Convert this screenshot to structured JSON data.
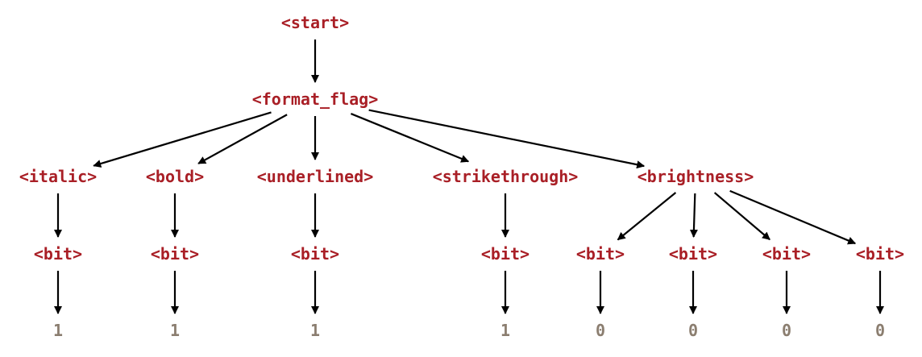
{
  "colors": {
    "nonterminal": "#a91f26",
    "terminal": "#8b7e70",
    "edge": "#000000",
    "background": "#ffffff"
  },
  "nodes": {
    "start": "<start>",
    "format_flag": "<format_flag>",
    "italic": "<italic>",
    "bold": "<bold>",
    "underlined": "<underlined>",
    "strikethrough": "<strikethrough>",
    "brightness": "<brightness>",
    "bit_italic": "<bit>",
    "bit_bold": "<bit>",
    "bit_underlined": "<bit>",
    "bit_strikethrough": "<bit>",
    "bit_brightness_1": "<bit>",
    "bit_brightness_2": "<bit>",
    "bit_brightness_3": "<bit>",
    "bit_brightness_4": "<bit>",
    "val_italic": "1",
    "val_bold": "1",
    "val_underlined": "1",
    "val_strikethrough": "1",
    "val_brightness_1": "0",
    "val_brightness_2": "0",
    "val_brightness_3": "0",
    "val_brightness_4": "0"
  },
  "edges": [
    [
      "start",
      "format_flag"
    ],
    [
      "format_flag",
      "italic"
    ],
    [
      "format_flag",
      "bold"
    ],
    [
      "format_flag",
      "underlined"
    ],
    [
      "format_flag",
      "strikethrough"
    ],
    [
      "format_flag",
      "brightness"
    ],
    [
      "italic",
      "bit_italic"
    ],
    [
      "bold",
      "bit_bold"
    ],
    [
      "underlined",
      "bit_underlined"
    ],
    [
      "strikethrough",
      "bit_strikethrough"
    ],
    [
      "brightness",
      "bit_brightness_1"
    ],
    [
      "brightness",
      "bit_brightness_2"
    ],
    [
      "brightness",
      "bit_brightness_3"
    ],
    [
      "brightness",
      "bit_brightness_4"
    ],
    [
      "bit_italic",
      "val_italic"
    ],
    [
      "bit_bold",
      "val_bold"
    ],
    [
      "bit_underlined",
      "val_underlined"
    ],
    [
      "bit_strikethrough",
      "val_strikethrough"
    ],
    [
      "bit_brightness_1",
      "val_brightness_1"
    ],
    [
      "bit_brightness_2",
      "val_brightness_2"
    ],
    [
      "bit_brightness_3",
      "val_brightness_3"
    ],
    [
      "bit_brightness_4",
      "val_brightness_4"
    ]
  ]
}
